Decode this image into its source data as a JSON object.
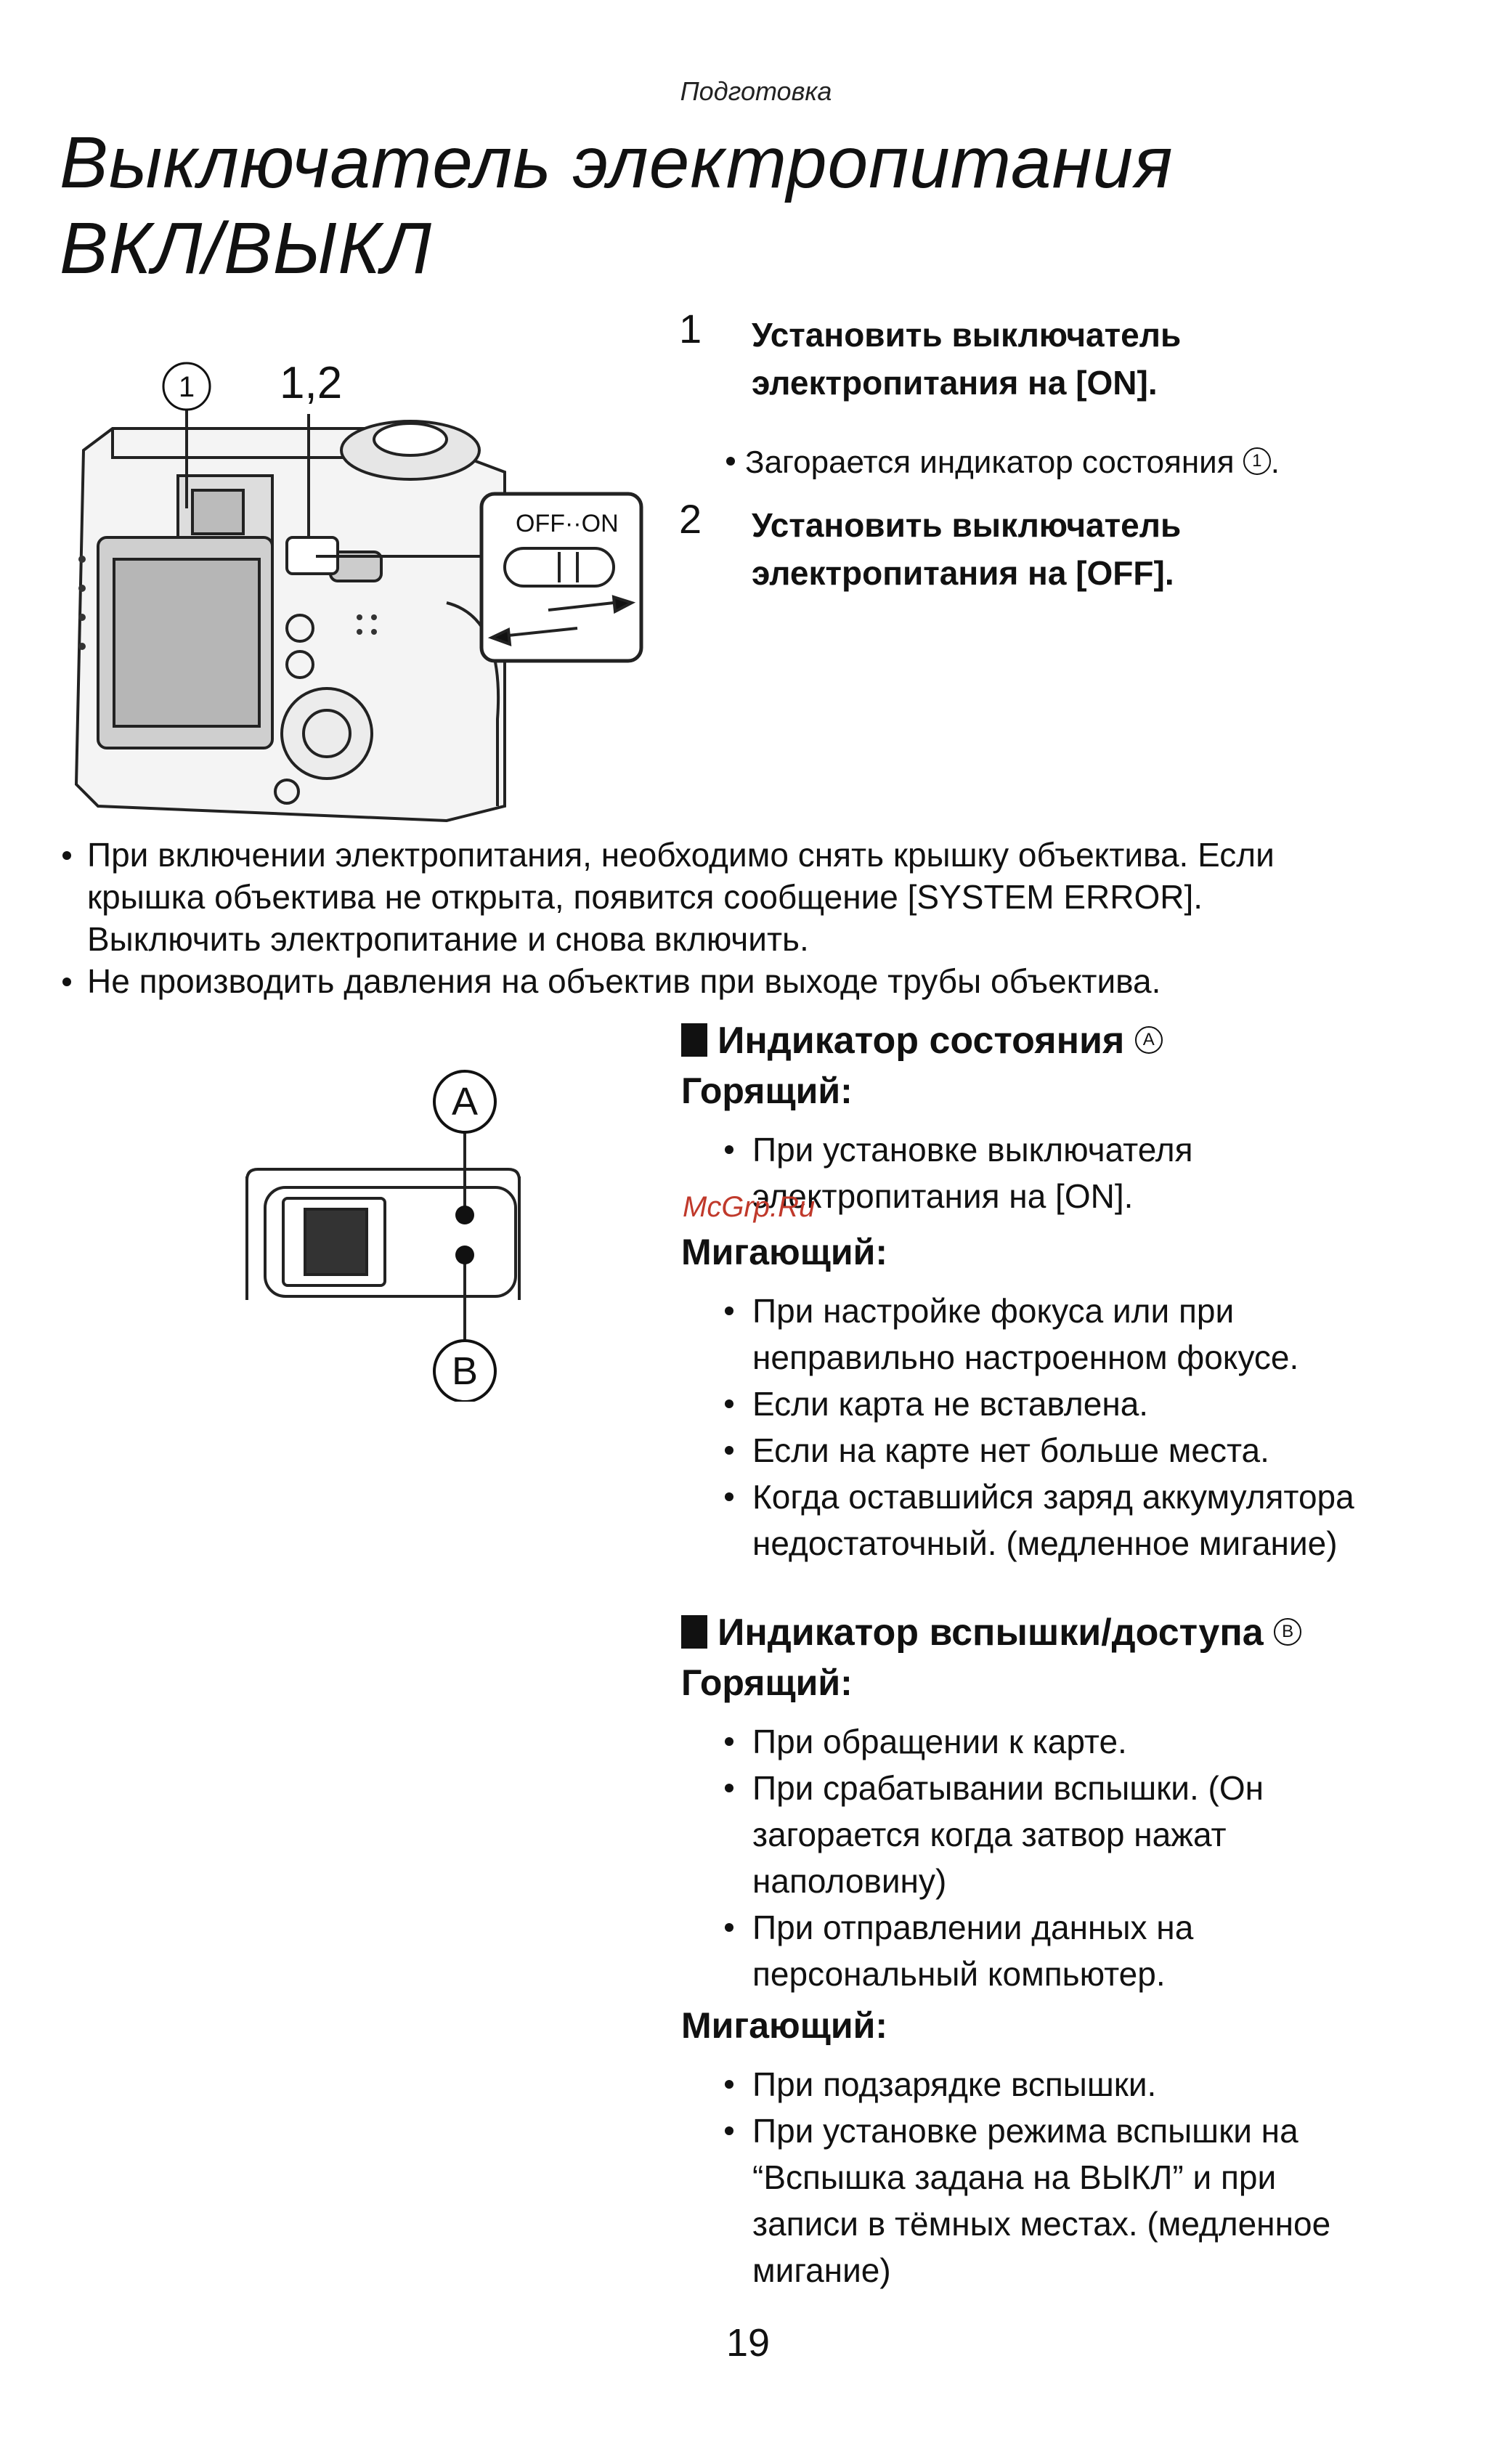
{
  "header": "Подготовка",
  "title": {
    "line1": "Выключатель электропитания",
    "line2": "ВКЛ/ВЫКЛ"
  },
  "figure_camera": {
    "callout_1": "1",
    "callout_12": "1,2",
    "switch_label": "OFF··ON"
  },
  "steps": [
    {
      "num": "1",
      "line1": "Установить выключатель",
      "line2": "электропитания на [ON]."
    },
    {
      "num": "2",
      "line1": "Установить выключатель",
      "line2": "электропитания на [OFF]."
    }
  ],
  "step1_note": {
    "text": "Загорается индикатор состояния",
    "marker": "1",
    "end": "."
  },
  "notes": [
    {
      "lines": [
        "При включении электропитания, необходимо снять крышку объектива. Если",
        "крышка объектива не открыта, появится сообщение [SYSTEM ERROR].",
        "Выключить электропитание и снова включить."
      ]
    },
    {
      "lines": [
        "Не производить давления на объектив при выходе трубы объектива."
      ]
    }
  ],
  "figure_indicator": {
    "label_a": "A",
    "label_b": "B"
  },
  "section_status": {
    "title": "Индикатор состояния",
    "marker": "A",
    "lit_heading": "Горящий:",
    "lit_items": [
      [
        "При установке выключателя",
        "электропитания на [ON]."
      ]
    ],
    "blink_heading": "Мигающий:",
    "blink_items": [
      [
        "При настройке фокуса или при",
        "неправильно настроенном фокусе."
      ],
      [
        "Если карта не вставлена."
      ],
      [
        "Если на карте нет больше места."
      ],
      [
        "Когда оставшийся заряд аккумулятора",
        "недостаточный. (медленное мигание)"
      ]
    ]
  },
  "section_flash": {
    "title": "Индикатор вспышки/доступа",
    "marker": "B",
    "lit_heading": "Горящий:",
    "lit_items": [
      [
        "При обращении к карте."
      ],
      [
        "При срабатывании вспышки. (Он",
        "загорается когда затвор нажат",
        "наполовину)"
      ],
      [
        "При отправлении данных на",
        "персональный компьютер."
      ]
    ],
    "blink_heading": "Мигающий:",
    "blink_items": [
      [
        "При подзарядке вспышки."
      ],
      [
        "При установке режима вспышки на",
        "“Вспышка задана на ВЫКЛ” и при",
        "записи в тёмных местах. (медленное",
        "мигание)"
      ]
    ]
  },
  "watermark": "McGrp.Ru",
  "page_number": "19"
}
